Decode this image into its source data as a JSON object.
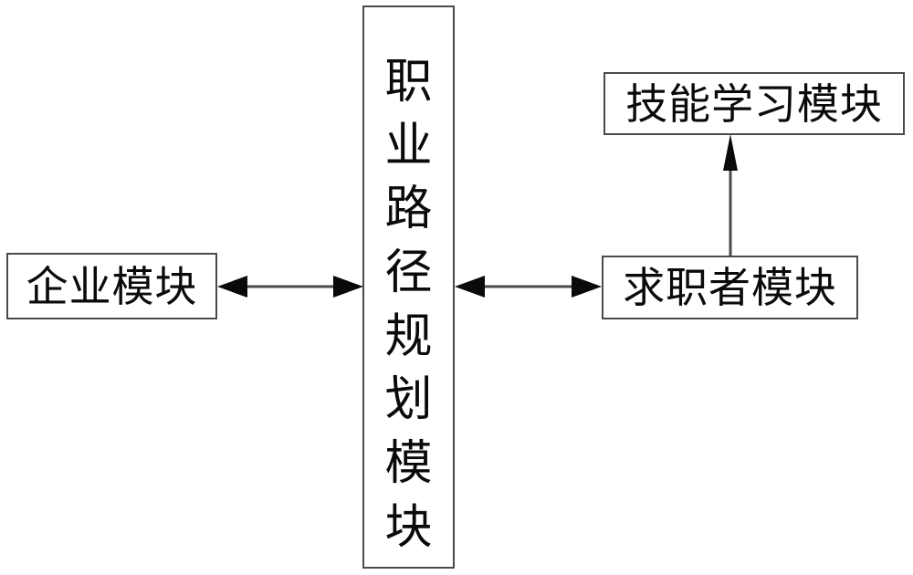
{
  "diagram": {
    "type": "block-diagram",
    "title": "",
    "background_color": "#ffffff",
    "line_color": "#4a4a4a",
    "text_color": "#0a0a0a",
    "nodes": [
      {
        "id": "enterprise",
        "label": "企业模块",
        "orientation": "horizontal",
        "position": "left"
      },
      {
        "id": "career",
        "label": "职业路径规划模块",
        "orientation": "vertical",
        "position": "center"
      },
      {
        "id": "skill",
        "label": "技能学习模块",
        "orientation": "horizontal",
        "position": "top-right"
      },
      {
        "id": "seeker",
        "label": "求职者模块",
        "orientation": "horizontal",
        "position": "bottom-right"
      }
    ],
    "edges": [
      {
        "id": "enterprise-career",
        "from": "enterprise",
        "to": "career",
        "arrow": "double",
        "label": ""
      },
      {
        "id": "career-seeker",
        "from": "career",
        "to": "seeker",
        "arrow": "double",
        "label": ""
      },
      {
        "id": "seeker-skill",
        "from": "seeker",
        "to": "skill",
        "arrow": "single-up",
        "label": ""
      }
    ]
  }
}
